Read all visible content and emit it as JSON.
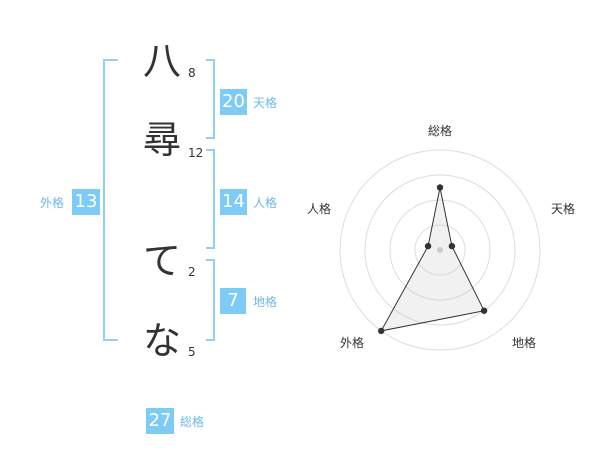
{
  "name": {
    "chars": [
      {
        "char": "八",
        "strokes": "8"
      },
      {
        "char": "尋",
        "strokes": "12"
      },
      {
        "char": "て",
        "strokes": "2"
      },
      {
        "char": "な",
        "strokes": "5"
      }
    ]
  },
  "kakusu": {
    "tenkaku": {
      "value": "20",
      "label": "天格"
    },
    "jinkaku": {
      "value": "14",
      "label": "人格"
    },
    "chikaku": {
      "value": "7",
      "label": "地格"
    },
    "gaikaku": {
      "value": "13",
      "label": "外格"
    },
    "soukaku": {
      "value": "27",
      "label": "総格"
    }
  },
  "colors": {
    "accent": "#7ecbf5",
    "label": "#6cb9e8",
    "bracket": "#8fd0f3"
  },
  "chart_data": {
    "type": "radar",
    "axes": [
      "総格",
      "天格",
      "地格",
      "外格",
      "人格"
    ],
    "values": [
      5,
      1,
      6,
      8,
      1
    ],
    "rmax": 8,
    "rings": 4,
    "grid": true
  }
}
